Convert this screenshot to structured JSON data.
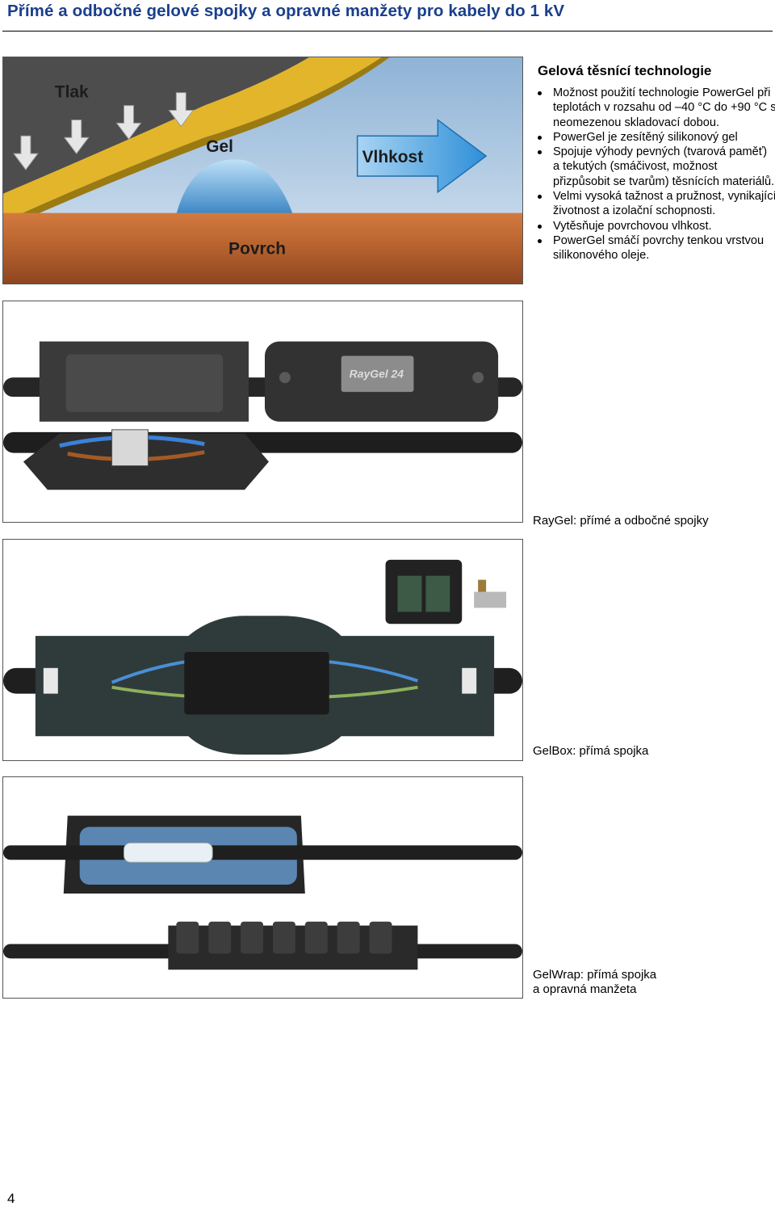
{
  "page": {
    "title": "Přímé a odbočné gelové spojky a opravné manžety pro kabely do 1 kV",
    "page_number": "4"
  },
  "diagram": {
    "label_pressure": "Tlak",
    "label_gel": "Gel",
    "label_moisture": "Vlhkost",
    "label_surface": "Povrch"
  },
  "technology": {
    "heading": "Gelová těsnící technologie",
    "bullets": [
      "Možnost použití technologie PowerGel při teplotách v rozsahu od –40 °C do +90 °C s neomezenou skladovací dobou.",
      "PowerGel je zesítěný silikonový gel",
      "Spojuje výhody pevných (tvarová paměť) a  tekutých (smáčivost, možnost přizpůsobit se tvarům) těsnících materiálů.",
      "Velmi vysoká tažnost a pružnost, vynikající životnost a izolační schopnosti.",
      "Vytěsňuje povrchovou vlhkost.",
      "PowerGel smáčí povrchy tenkou vrstvou silikonového oleje."
    ]
  },
  "photos": [
    {
      "caption": "RayGel: přímé a odbočné spojky",
      "product_label": "RayGel 24"
    },
    {
      "caption": "GelBox: přímá spojka"
    },
    {
      "caption_line1": "GelWrap: přímá spojka",
      "caption_line2": "a opravná manžeta"
    }
  ],
  "colors": {
    "title": "#1a3f8c",
    "gel": "#e3b52a",
    "surface": "#b5612e",
    "moisture_arrow": "#2f8fd8"
  }
}
